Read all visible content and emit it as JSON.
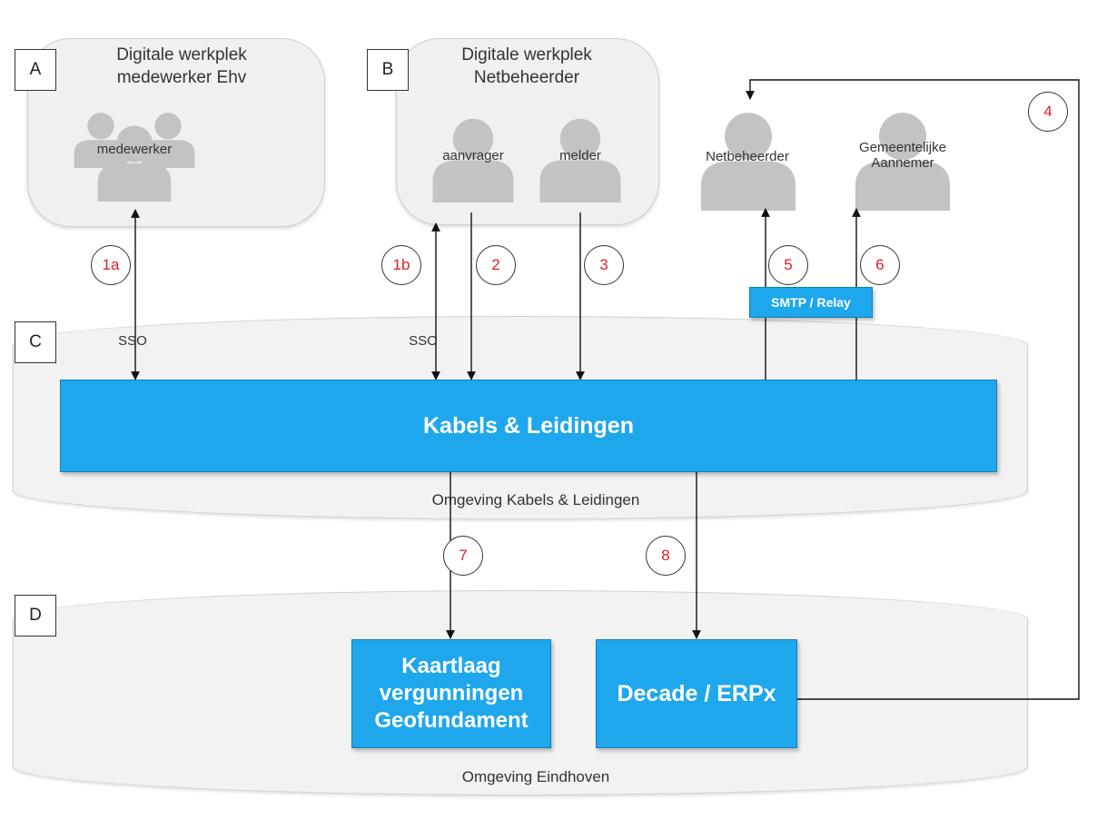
{
  "zones": {
    "A": {
      "tag": "A",
      "title_line1": "Digitale werkplek",
      "title_line2": "medewerker Ehv"
    },
    "B": {
      "tag": "B",
      "title_line1": "Digitale werkplek",
      "title_line2": "Netbeheerder"
    },
    "C": {
      "tag": "C",
      "label": "Omgeving Kabels & Leidingen"
    },
    "D": {
      "tag": "D",
      "label": "Omgeving Eindhoven"
    }
  },
  "actors": {
    "medewerker": "medewerker",
    "aanvrager": "aanvrager",
    "melder": "melder",
    "netbeheerder": "Netbeheerder",
    "aannemer_line1": "Gemeentelijke",
    "aannemer_line2": "Aannemer"
  },
  "systems": {
    "main": "Kabels & Leidingen",
    "kaartlaag_line1": "Kaartlaag",
    "kaartlaag_line2": "vergunningen",
    "kaartlaag_line3": "Geofundament",
    "decade": "Decade / ERPx",
    "smtp": "SMTP / Relay"
  },
  "sso": {
    "left": "SSO",
    "right": "SSO"
  },
  "badges": {
    "b1a": "1a",
    "b1b": "1b",
    "b2": "2",
    "b3": "3",
    "b4": "4",
    "b5": "5",
    "b6": "6",
    "b7": "7",
    "b8": "8"
  },
  "colors": {
    "system_blue": "#1ea7ec",
    "badge_text": "#e02020",
    "person_gray": "#c3c3c3"
  }
}
